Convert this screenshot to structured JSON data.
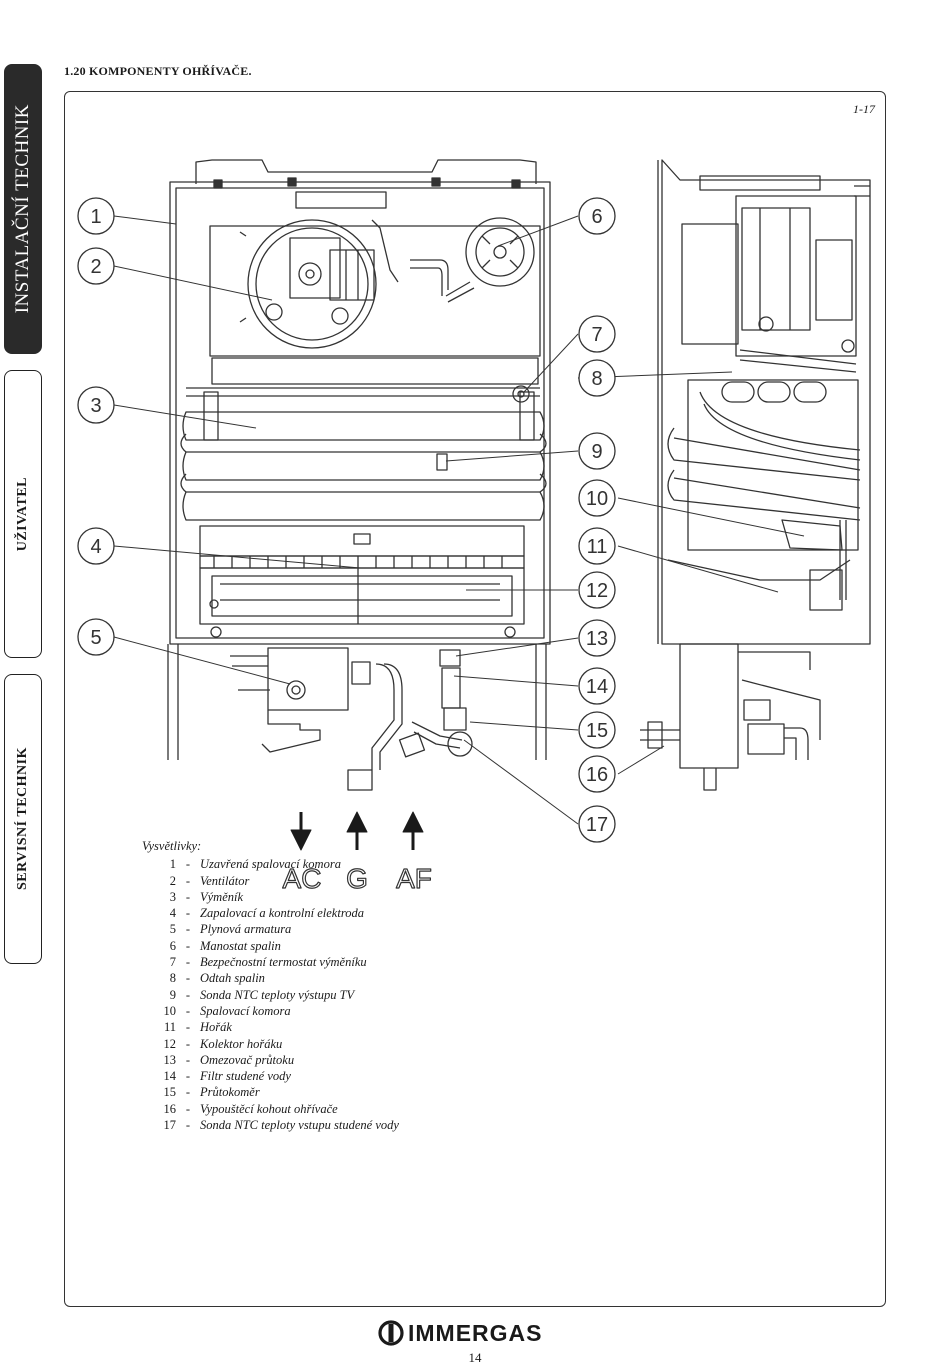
{
  "side_tabs": [
    {
      "label": "INSTALAČNÍ TECHNIK",
      "active": true
    },
    {
      "label": "UŽIVATEL",
      "active": false
    },
    {
      "label": "SERVISNÍ TECHNIK",
      "active": false
    }
  ],
  "section": {
    "number": "1.20",
    "title": "KOMPONENTY OHŘÍVAČE."
  },
  "figure_id": "1-17",
  "callouts": [
    "1",
    "2",
    "3",
    "4",
    "5",
    "6",
    "7",
    "8",
    "9",
    "10",
    "11",
    "12",
    "13",
    "14",
    "15",
    "16",
    "17"
  ],
  "connections": [
    "AC",
    "G",
    "AF"
  ],
  "legend": {
    "title": "Vysvětlivky:",
    "items": [
      {
        "num": "1",
        "text": "Uzavřená spalovací komora"
      },
      {
        "num": "2",
        "text": "Ventilátor"
      },
      {
        "num": "3",
        "text": "Výměník"
      },
      {
        "num": "4",
        "text": "Zapalovací a kontrolní elektroda"
      },
      {
        "num": "5",
        "text": "Plynová armatura"
      },
      {
        "num": "6",
        "text": "Manostat spalin"
      },
      {
        "num": "7",
        "text": "Bezpečnostní termostat výměníku"
      },
      {
        "num": "8",
        "text": "Odtah spalin"
      },
      {
        "num": "9",
        "text": "Sonda NTC teploty výstupu TV"
      },
      {
        "num": "10",
        "text": "Spalovací komora"
      },
      {
        "num": "11",
        "text": "Hořák"
      },
      {
        "num": "12",
        "text": "Kolektor hořáku"
      },
      {
        "num": "13",
        "text": "Omezovač průtoku"
      },
      {
        "num": "14",
        "text": "Filtr studené vody"
      },
      {
        "num": "15",
        "text": "Průtokoměr"
      },
      {
        "num": "16",
        "text": "Vypouštěcí kohout ohřívače"
      },
      {
        "num": "17",
        "text": "Sonda NTC teploty vstupu studené vody"
      }
    ]
  },
  "brand": "IMMERGAS",
  "page_number": "14"
}
